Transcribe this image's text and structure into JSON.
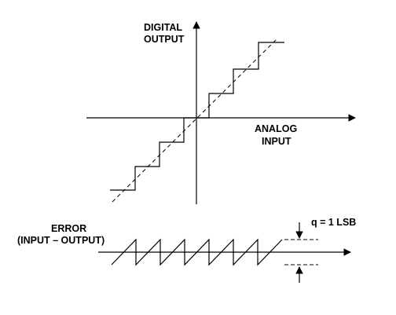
{
  "labels": {
    "y_axis_line1": "DIGITAL",
    "y_axis_line2": "OUTPUT",
    "x_axis_line1": "ANALOG",
    "x_axis_line2": "INPUT",
    "error_line1": "ERROR",
    "error_line2": "(INPUT – OUTPUT)",
    "quantum": "q = 1 LSB"
  },
  "transfer": {
    "quantization_steps": [
      -3,
      -2,
      -1,
      0,
      1,
      2,
      3
    ],
    "ideal_line": "dashed diagonal through origin"
  },
  "error_plot": {
    "sawtooth_periods": 7,
    "offset_marker": "dashed bounds at ±q/2"
  },
  "colors": {
    "ink": "#000000",
    "background": "#ffffff"
  }
}
